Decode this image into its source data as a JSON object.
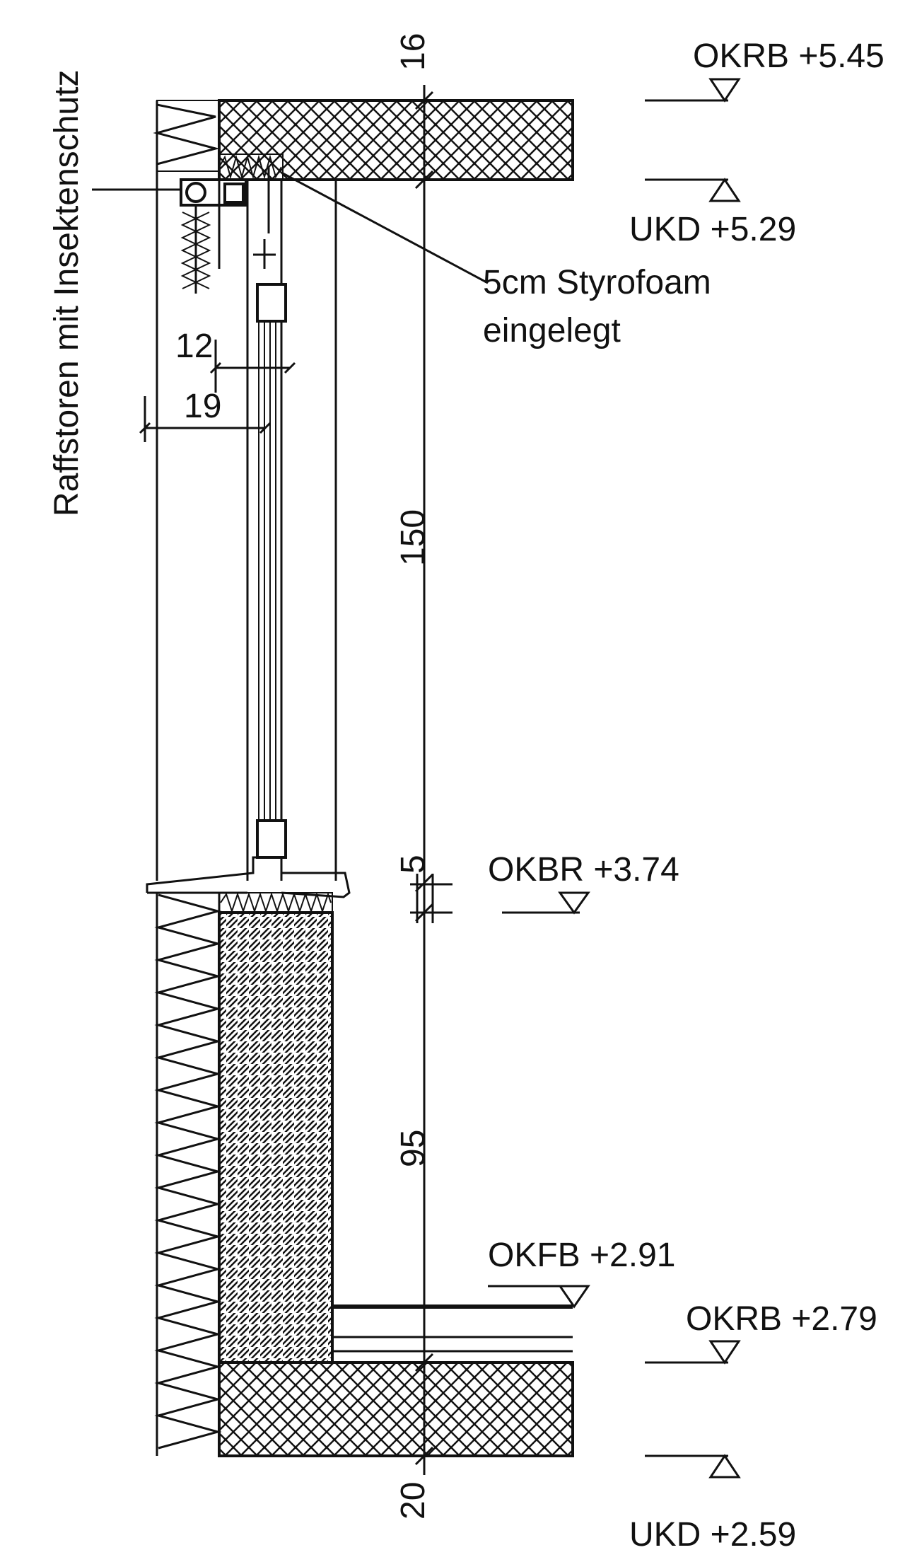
{
  "drawing": {
    "vertical_label": "Raffstoren mit Insektenschutz",
    "styrofoam_line1": "5cm Styrofoam",
    "styrofoam_line2": "eingelegt",
    "dimensions": {
      "top_slab": "16",
      "window": "150",
      "sill": "5",
      "parapet": "95",
      "bottom_slab": "20",
      "blind_offset_inner": "12",
      "blind_offset_outer": "19"
    },
    "levels": {
      "okrb_top": "OKRB +5.45",
      "ukd_top": "UKD +5.29",
      "okbr": "OKBR +3.74",
      "okfb": "OKFB +2.91",
      "okrb_bottom": "OKRB +2.79",
      "ukd_bottom": "UKD +2.59"
    }
  }
}
